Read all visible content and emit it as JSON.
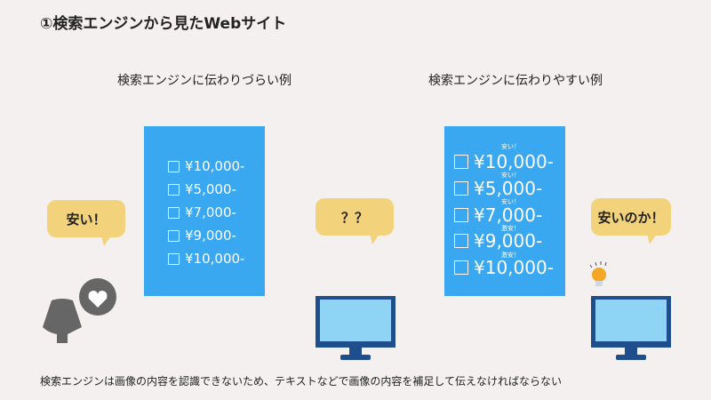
{
  "title": "①検索エンジンから見たWebサイト",
  "left": {
    "heading": "検索エンジンに伝わりづらい例",
    "prices": [
      "¥10,000-",
      "¥5,000-",
      "¥7,000-",
      "¥9,000-",
      "¥10,000-"
    ],
    "bubble": "安い！"
  },
  "right": {
    "heading": "検索エンジンに伝わりやすい例",
    "prices": [
      "¥10,000-",
      "¥5,000-",
      "¥7,000-",
      "¥9,000-",
      "¥10,000-"
    ],
    "tags": [
      "安い！",
      "安い！",
      "安い！",
      "激安！",
      "激安！"
    ],
    "bubble": "安いのか！"
  },
  "middle": {
    "bubble": "？？"
  },
  "footer": "検索エンジンは画像の内容を認識できないため、テキストなどで画像の内容を補足して伝えなければならない",
  "colors": {
    "panel": "#3aa8f0",
    "bubble": "#f2d27a",
    "monitor_frame": "#1e4f8c",
    "monitor_screen": "#8fd3f5",
    "person": "#666666",
    "bulb": "#f5a623"
  }
}
